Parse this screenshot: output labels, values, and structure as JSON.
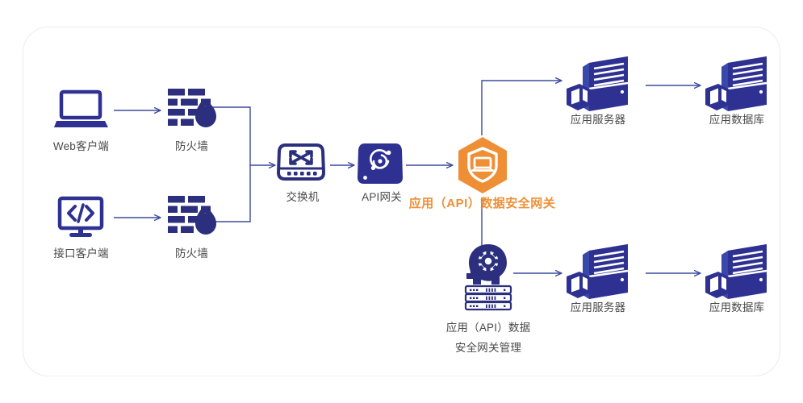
{
  "diagram": {
    "title_label": "应用（API）数据安全网关",
    "colors": {
      "node_navy": "#2e3192",
      "node_navy_dark": "#2b2f7e",
      "gateway_orange": "#ef8f35",
      "wire_blue": "#3b4a9e",
      "label_gray": "#4a4a4a",
      "card_border": "#ececec",
      "background": "#ffffff"
    },
    "nodes": [
      {
        "id": "web-client",
        "icon": "laptop-icon",
        "label": "Web客户端",
        "label2": ""
      },
      {
        "id": "api-client",
        "icon": "code-monitor-icon",
        "label": "接口客户端",
        "label2": ""
      },
      {
        "id": "firewall-top",
        "icon": "firewall-icon",
        "label": "防火墙",
        "label2": ""
      },
      {
        "id": "firewall-bottom",
        "icon": "firewall-icon",
        "label": "防火墙",
        "label2": ""
      },
      {
        "id": "switch",
        "icon": "switch-icon",
        "label": "交换机",
        "label2": ""
      },
      {
        "id": "api-gateway",
        "icon": "api-gateway-icon",
        "label": "API网关",
        "label2": ""
      },
      {
        "id": "security-gateway",
        "icon": "shield-hexagon-icon",
        "label": "应用（API）数据安全网关",
        "label2": ""
      },
      {
        "id": "app-server-top",
        "icon": "server-tower-icon",
        "label": "应用服务器",
        "label2": ""
      },
      {
        "id": "app-db-top",
        "icon": "server-tower-icon",
        "label": "应用数据库",
        "label2": ""
      },
      {
        "id": "app-server-bottom",
        "icon": "server-tower-icon",
        "label": "应用服务器",
        "label2": ""
      },
      {
        "id": "app-db-bottom",
        "icon": "server-tower-icon",
        "label": "应用数据库",
        "label2": ""
      },
      {
        "id": "gateway-manager",
        "icon": "ai-head-rack-icon",
        "label": "应用（API）数据",
        "label2": "安全网关管理"
      }
    ],
    "connections": [
      {
        "from": "web-client",
        "to": "firewall-top",
        "style": "straight-arrow"
      },
      {
        "from": "api-client",
        "to": "firewall-bottom",
        "style": "straight-arrow"
      },
      {
        "from": "firewall-top",
        "to": "switch",
        "style": "bus-merge-arrow"
      },
      {
        "from": "firewall-bottom",
        "to": "switch",
        "style": "bus-merge-arrow"
      },
      {
        "from": "switch",
        "to": "api-gateway",
        "style": "straight-arrow"
      },
      {
        "from": "api-gateway",
        "to": "security-gateway",
        "style": "straight-arrow"
      },
      {
        "from": "security-gateway",
        "to": "app-server-top",
        "style": "elbow-up-arrow"
      },
      {
        "from": "app-server-top",
        "to": "app-db-top",
        "style": "straight-arrow"
      },
      {
        "from": "security-gateway",
        "to": "gateway-manager",
        "style": "elbow-down-line"
      },
      {
        "from": "gateway-manager",
        "to": "app-server-bottom",
        "style": "straight-arrow"
      },
      {
        "from": "app-server-bottom",
        "to": "app-db-bottom",
        "style": "straight-arrow"
      }
    ]
  }
}
